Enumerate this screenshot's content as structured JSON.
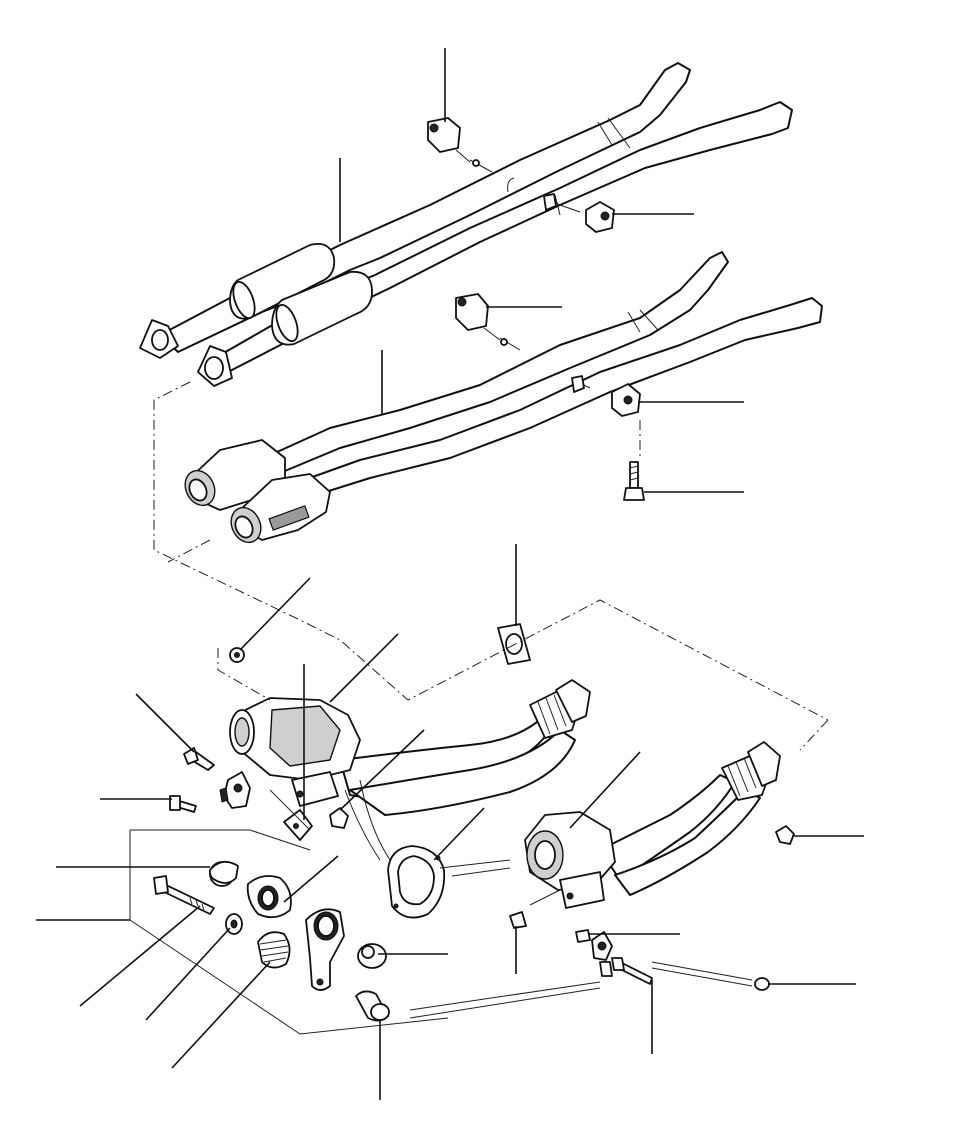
{
  "diagram": {
    "labels": []
  },
  "icons": {
    "upper_exhaust": "exhaust-pipe-with-resonators",
    "lower_exhaust": "exhaust-pipe-with-catalytic-converters",
    "front_left_cat": "front-catalytic-converter-left",
    "front_right_cat": "front-catalytic-converter-right",
    "hanger": "rubber-exhaust-hanger",
    "bolt": "hex-bolt",
    "nut": "hex-nut",
    "gasket": "flange-gasket",
    "washer": "flat-washer",
    "bushing": "rubber-bushing",
    "spring": "spring-bushing",
    "bracket": "mounting-bracket"
  }
}
